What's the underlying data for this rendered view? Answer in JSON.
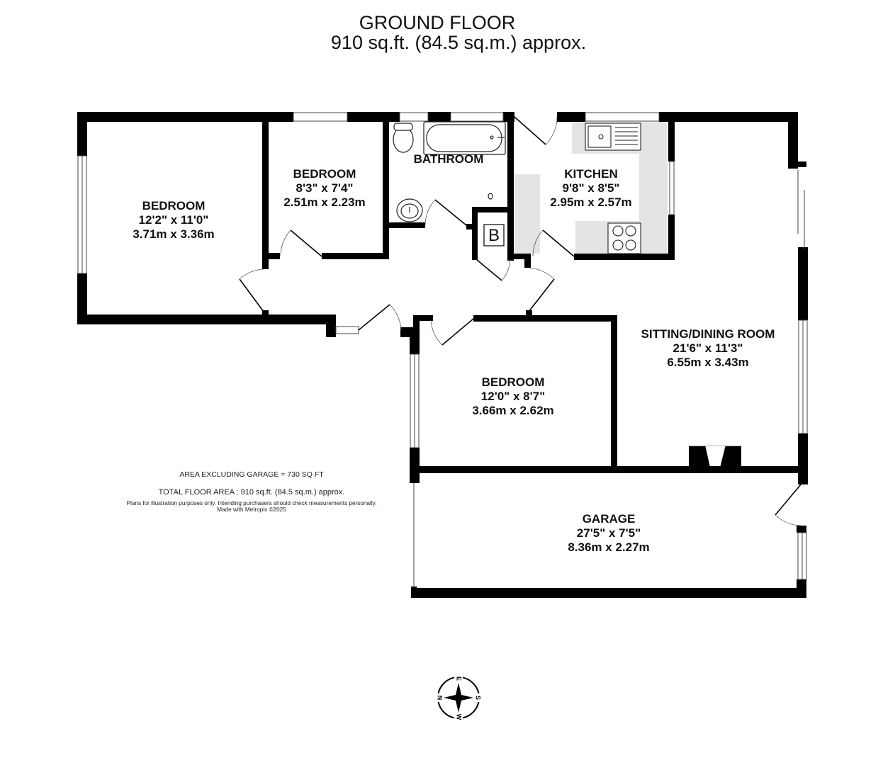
{
  "header": {
    "title": "GROUND FLOOR",
    "subtitle": "910 sq.ft. (84.5 sq.m.) approx."
  },
  "rooms": [
    {
      "id": "bedroom-1",
      "name": "BEDROOM",
      "imperial": "12'2\"  x 11'0\"",
      "metric": "3.71m  x 3.36m"
    },
    {
      "id": "bedroom-2",
      "name": "BEDROOM",
      "imperial": "8'3\"  x 7'4\"",
      "metric": "2.51m  x 2.23m"
    },
    {
      "id": "bathroom",
      "name": "BATHROOM"
    },
    {
      "id": "kitchen",
      "name": "KITCHEN",
      "imperial": "9'8\"  x 8'5\"",
      "metric": "2.95m  x 2.57m"
    },
    {
      "id": "sitting-dining-room",
      "name": "SITTING/DINING ROOM",
      "imperial": "21'6\"  x 11'3\"",
      "metric": "6.55m  x 3.43m"
    },
    {
      "id": "bedroom-3",
      "name": "BEDROOM",
      "imperial": "12'0\"  x 8'7\"",
      "metric": "3.66m  x 2.62m"
    },
    {
      "id": "garage",
      "name": "GARAGE",
      "imperial": "27'5\"  x 7'5\"",
      "metric": "8.36m  x 2.27m"
    }
  ],
  "boiler_label": "B",
  "notes": {
    "area_excluding_garage": "AREA EXCLUDING GARAGE = 730 SQ FT",
    "total_floor_area": "TOTAL FLOOR AREA : 910 sq.ft. (84.5 sq.m.) approx.",
    "disclaimer": "Plans for illustration purposes only. Intending purchasers should check measurements personally.",
    "credit": "Made with Metropix ©2025"
  },
  "compass": {
    "n": "N",
    "e": "E",
    "s": "S",
    "w": "W"
  },
  "colors": {
    "wall": "#000000",
    "worktop": "#e4e4e4",
    "background": "#ffffff"
  }
}
